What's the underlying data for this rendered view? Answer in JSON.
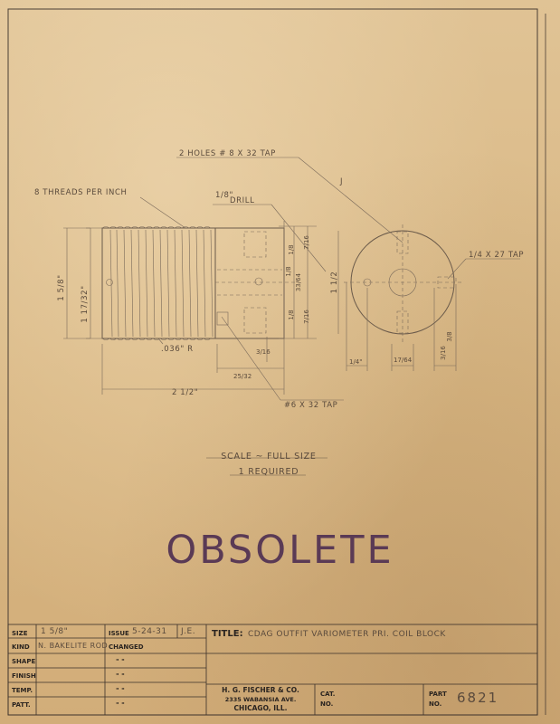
{
  "drawing": {
    "callouts": {
      "holes_tap": "2 HOLES # 8 X 32 TAP",
      "threads": "8 THREADS PER INCH",
      "drill_frac": "1/8\"",
      "drill": "DRILL",
      "side_tap": "1/4 X 27 TAP",
      "bottom_tap": "#6 X 32 TAP",
      "groove_radius": ".036\" R",
      "j_mark": "J"
    },
    "dimensions": {
      "overall_dia": "1 5/8\"",
      "root_dia": "1 17/32\"",
      "length": "2 1/2\"",
      "d_25_32": "25/32",
      "d_3_16": "3/16",
      "d_7_16_top": "7/16",
      "d_7_16_bot": "7/16",
      "d_33_64": "33/64",
      "d_1_8a": "1/8",
      "d_1_8b": "1/8",
      "d_1_8c": "1/8",
      "end_dia": "1 1/2",
      "end_1_4": "1/4\"",
      "end_17_64": "17/64",
      "end_3_16": "3/16",
      "end_side": "3/8"
    },
    "notes": {
      "scale": "SCALE ~ FULL SIZE",
      "required": "1 REQUIRED"
    },
    "stamp": "OBSOLETE"
  },
  "title_block": {
    "rows": [
      {
        "label": "SIZE",
        "value": "1 5/8\""
      },
      {
        "label": "KIND",
        "value": "N. BAKELITE ROD"
      },
      {
        "label": "SHAPE",
        "value": ""
      },
      {
        "label": "FINISH",
        "value": ""
      },
      {
        "label": "TEMP.",
        "value": ""
      },
      {
        "label": "PATT.",
        "value": ""
      }
    ],
    "issue_label": "ISSUE",
    "issue_value": "5-24-31",
    "issue_initials": "J.E.",
    "changed_label": "CHANGED",
    "ditto": "\"   \"",
    "title_label": "TITLE:",
    "title_value": "CDAG OUTFIT VARIOMETER PRI. COIL BLOCK",
    "company": [
      "H. G. FISCHER & CO.",
      "2335 WABANSIA AVE.",
      "CHICAGO, ILL."
    ],
    "cat_label": "CAT.",
    "no_label": "NO.",
    "part_label": "PART",
    "part_no_label": "NO.",
    "part_value": "6821"
  }
}
